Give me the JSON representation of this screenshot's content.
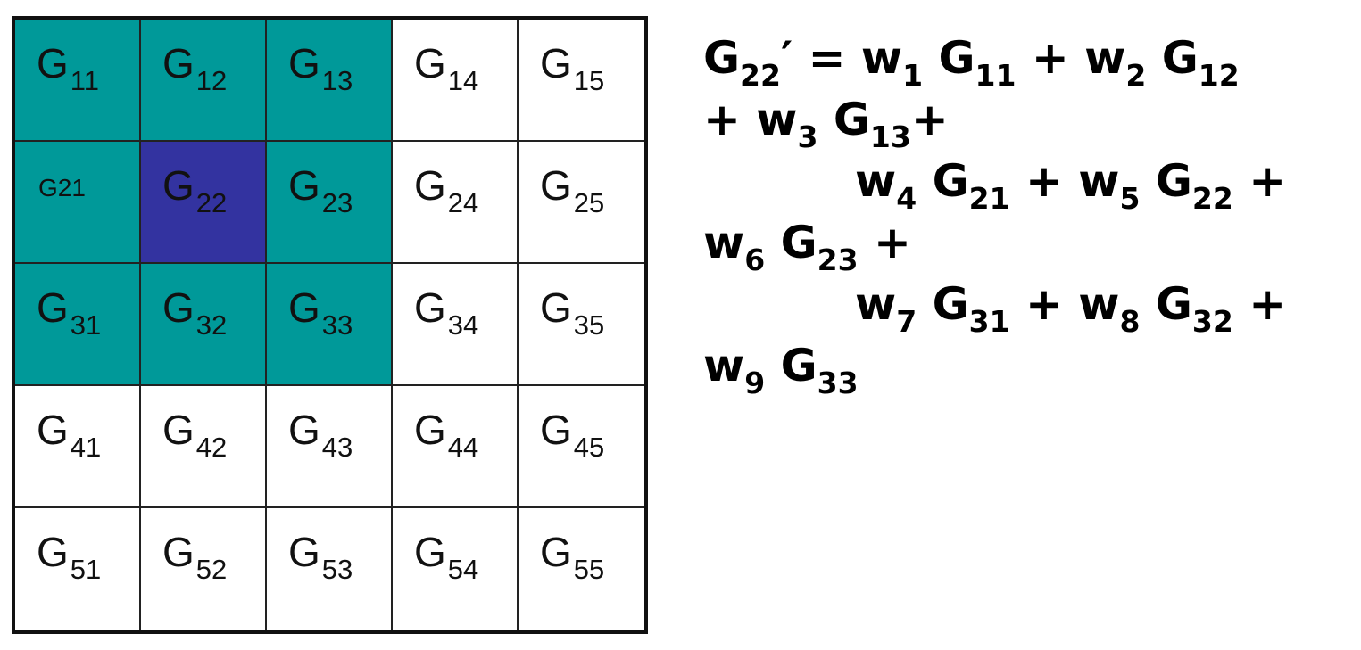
{
  "colors": {
    "neighbor_fill": "#009999",
    "center_fill": "#3333a0",
    "empty_fill": "#ffffff",
    "grid_lines": "#222222",
    "text": "#111111"
  },
  "grid": {
    "rows": [
      [
        {
          "base": "G",
          "sub": "11",
          "state": "neighbor"
        },
        {
          "base": "G",
          "sub": "12",
          "state": "neighbor"
        },
        {
          "base": "G",
          "sub": "13",
          "state": "neighbor"
        },
        {
          "base": "G",
          "sub": "14",
          "state": "empty"
        },
        {
          "base": "G",
          "sub": "15",
          "state": "empty"
        }
      ],
      [
        {
          "plain": "G21",
          "state": "neighbor"
        },
        {
          "base": "G",
          "sub": "22",
          "state": "center"
        },
        {
          "base": "G",
          "sub": "23",
          "state": "neighbor"
        },
        {
          "base": "G",
          "sub": "24",
          "state": "empty"
        },
        {
          "base": "G",
          "sub": "25",
          "state": "empty"
        }
      ],
      [
        {
          "base": "G",
          "sub": "31",
          "state": "neighbor"
        },
        {
          "base": "G",
          "sub": "32",
          "state": "neighbor"
        },
        {
          "base": "G",
          "sub": "33",
          "state": "neighbor"
        },
        {
          "base": "G",
          "sub": "34",
          "state": "empty"
        },
        {
          "base": "G",
          "sub": "35",
          "state": "empty"
        }
      ],
      [
        {
          "base": "G",
          "sub": "41",
          "state": "empty"
        },
        {
          "base": "G",
          "sub": "42",
          "state": "empty"
        },
        {
          "base": "G",
          "sub": "43",
          "state": "empty"
        },
        {
          "base": "G",
          "sub": "44",
          "state": "empty"
        },
        {
          "base": "G",
          "sub": "45",
          "state": "empty"
        }
      ],
      [
        {
          "base": "G",
          "sub": "51",
          "state": "empty"
        },
        {
          "base": "G",
          "sub": "52",
          "state": "empty"
        },
        {
          "base": "G",
          "sub": "53",
          "state": "empty"
        },
        {
          "base": "G",
          "sub": "54",
          "state": "empty"
        },
        {
          "base": "G",
          "sub": "55",
          "state": "empty"
        }
      ]
    ]
  },
  "equation": {
    "lines": [
      [
        {
          "t": "G"
        },
        {
          "s": "22"
        },
        {
          "t": "′ = w"
        },
        {
          "s": "1"
        },
        {
          "t": " G"
        },
        {
          "s": "11"
        },
        {
          "t": " + w"
        },
        {
          "s": "2"
        },
        {
          "t": " G"
        },
        {
          "s": "12"
        }
      ],
      [
        {
          "t": "+ w"
        },
        {
          "s": "3"
        },
        {
          "t": " G"
        },
        {
          "s": "13"
        },
        {
          "t": "+"
        }
      ],
      [
        {
          "t": "w"
        },
        {
          "s": "4"
        },
        {
          "t": " G"
        },
        {
          "s": "21"
        },
        {
          "t": " + w"
        },
        {
          "s": "5"
        },
        {
          "t": " G"
        },
        {
          "s": "22"
        },
        {
          "t": " +"
        }
      ],
      [
        {
          "t": "w"
        },
        {
          "s": "6"
        },
        {
          "t": " G"
        },
        {
          "s": "23"
        },
        {
          "t": " +"
        }
      ],
      [
        {
          "t": "w"
        },
        {
          "s": "7"
        },
        {
          "t": " G"
        },
        {
          "s": "31"
        },
        {
          "t": " + w"
        },
        {
          "s": "8"
        },
        {
          "t": " G"
        },
        {
          "s": "32"
        },
        {
          "t": " +"
        }
      ],
      [
        {
          "t": "w"
        },
        {
          "s": "9"
        },
        {
          "t": " G"
        },
        {
          "s": "33"
        }
      ]
    ]
  }
}
